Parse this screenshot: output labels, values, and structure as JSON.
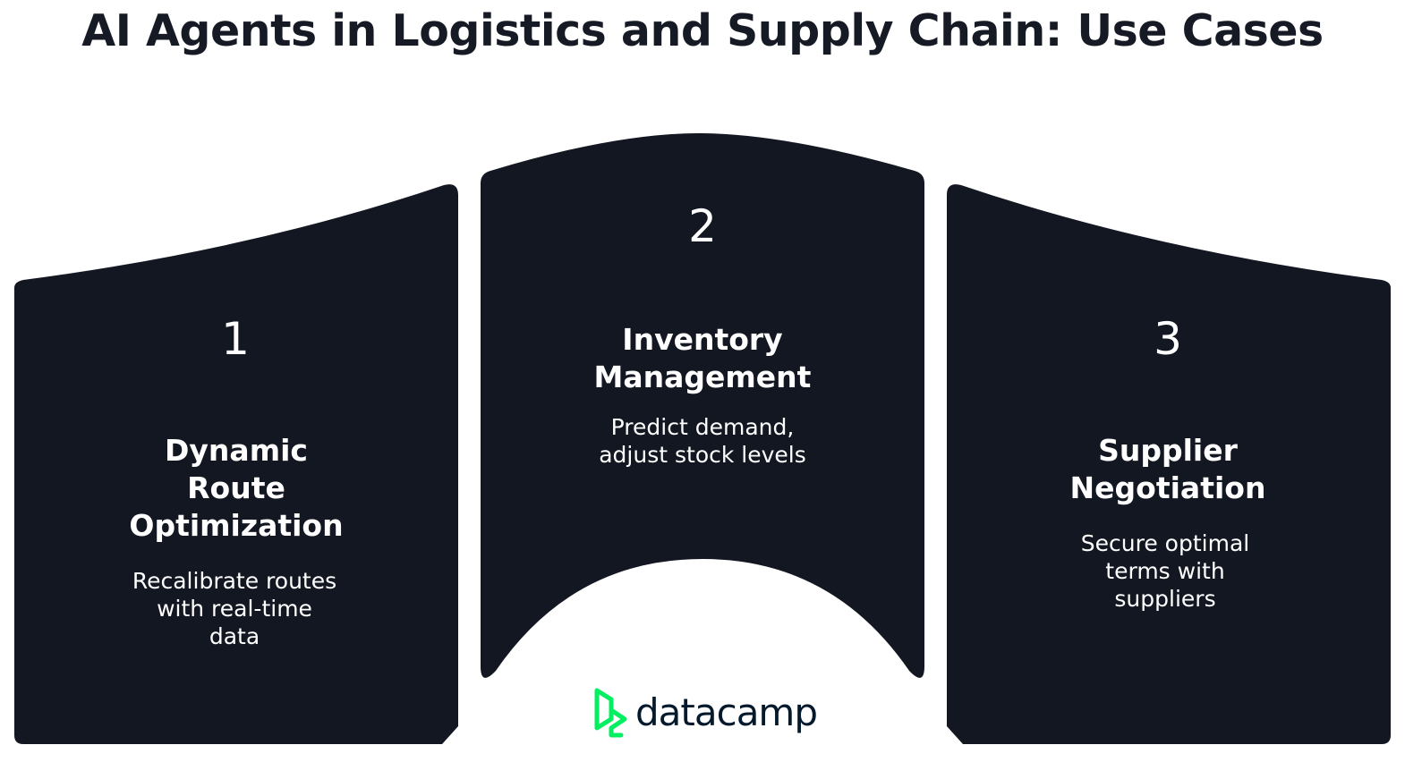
{
  "title": "AI Agents in Logistics and Supply Chain: Use Cases",
  "colors": {
    "card": "#131722",
    "text": "#ffffff",
    "logo_green": "#03ef62",
    "logo_dark": "#05192d"
  },
  "cards": [
    {
      "number": "1",
      "title_lines": [
        "Dynamic",
        "Route",
        "Optimization"
      ],
      "desc_lines": [
        "Recalibrate routes",
        "with real-time",
        "data"
      ]
    },
    {
      "number": "2",
      "title_lines": [
        "Inventory",
        "Management"
      ],
      "desc_lines": [
        "Predict demand,",
        "adjust stock levels"
      ]
    },
    {
      "number": "3",
      "title_lines": [
        "Supplier",
        "Negotiation"
      ],
      "desc_lines": [
        "Secure optimal",
        "terms with",
        "suppliers"
      ]
    }
  ],
  "logo": {
    "text": "datacamp",
    "icon": "datacamp-logo-icon"
  }
}
